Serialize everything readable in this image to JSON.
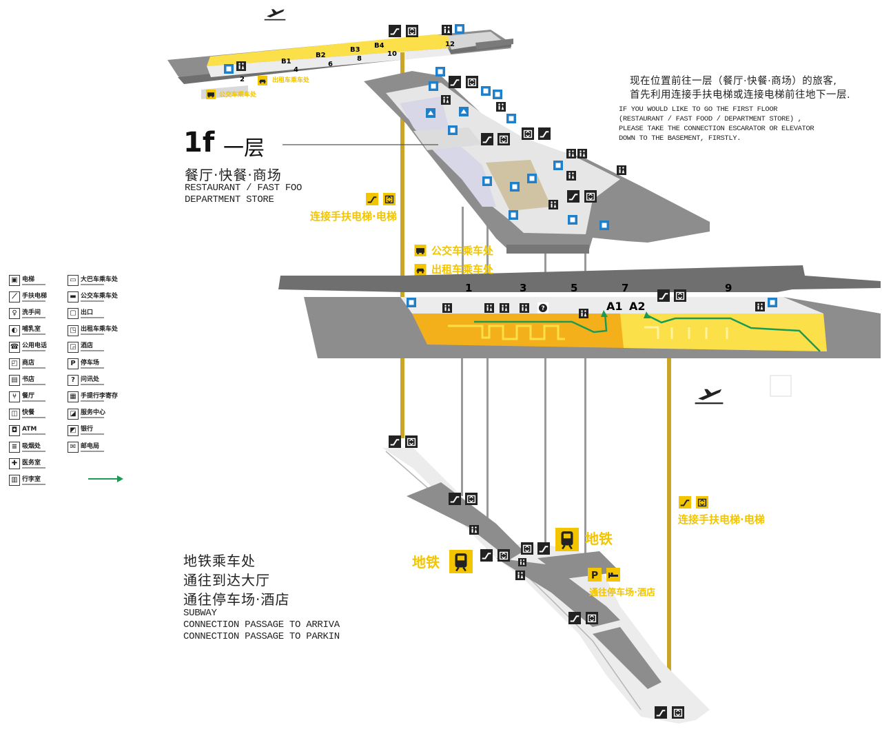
{
  "colors": {
    "floor_gray": "#8d8d8d",
    "floor_light": "#e4e4e4",
    "area_yellow": "#fbe04a",
    "area_orange": "#f4b01a",
    "pillar": "#c9a52a",
    "route_green": "#1a9a52",
    "sign_black": "#222222",
    "sign_blue": "#1f7fc9",
    "sign_yellow": "#f2c500"
  },
  "floor_1f": {
    "number": "1f",
    "chinese": "一层",
    "desc_zh": "餐厅·快餐·商场",
    "desc_en_1": "RESTAURANT / FAST FOO",
    "desc_en_2": "DEPARTMENT STORE"
  },
  "note": {
    "zh_1": "现在位置前往一层（餐厅·快餐·商场）的旅客,",
    "zh_2": "首先利用连接手扶电梯或连接电梯前往地下一层.",
    "en_1": "IF YOU WOULD LIKE TO GO THE FIRST FLOOR",
    "en_2": "(RESTAURANT / FAST FOOD / DEPARTMENT STORE) ,",
    "en_3": "PLEASE TAKE THE CONNECTION ESCARATOR OR ELEVATOR",
    "en_4": "DOWN TO THE BASEMENT, FIRSTLY."
  },
  "basement": {
    "zh_1": "地铁乘车处",
    "zh_2": "通往到达大厅",
    "zh_3": "通往停车场·酒店",
    "en_1": "SUBWAY",
    "en_2": "CONNECTION PASSAGE TO ARRIVA",
    "en_3": "CONNECTION PASSAGE TO PARKIN"
  },
  "top_gates": [
    "B1",
    "B2",
    "B3",
    "B4"
  ],
  "top_gate_numbers": [
    "2",
    "4",
    "6",
    "8",
    "10",
    "12"
  ],
  "lane_numbers": [
    "1",
    "3",
    "5",
    "7",
    "9"
  ],
  "arrival_gates": [
    "A1",
    "A2"
  ],
  "yellow_labels": {
    "escalator_elevator_1": "连接手扶电梯·电梯",
    "bus_stop": "公交车乘车处",
    "taxi_stop": "出租车乘车处",
    "escalator_elevator_2": "连接手扶电梯·电梯",
    "subway_1": "地铁",
    "subway_2": "地铁",
    "parking_hotel": "通往停车场·酒店"
  },
  "legend": [
    {
      "icon": "elevator-icon",
      "glyph": "▣",
      "label": "电梯"
    },
    {
      "icon": "escalator-icon",
      "glyph": "⟋",
      "label": "手扶电梯"
    },
    {
      "icon": "restroom-icon",
      "glyph": "♀",
      "label": "洗手间"
    },
    {
      "icon": "nursery-icon",
      "glyph": "◐",
      "label": "哺乳室"
    },
    {
      "icon": "telephone-icon",
      "glyph": "☎",
      "label": "公用电话"
    },
    {
      "icon": "shop-icon",
      "glyph": "◰",
      "label": "商店"
    },
    {
      "icon": "bookstore-icon",
      "glyph": "▤",
      "label": "书店"
    },
    {
      "icon": "restaurant-icon",
      "glyph": "⑂",
      "label": "餐厅"
    },
    {
      "icon": "fastfood-icon",
      "glyph": "◫",
      "label": "快餐"
    },
    {
      "icon": "atm-icon",
      "glyph": "◘",
      "label": "ATM"
    },
    {
      "icon": "smoking-icon",
      "glyph": "≡",
      "label": "吸烟处"
    },
    {
      "icon": "medical-icon",
      "glyph": "✚",
      "label": "医务室"
    },
    {
      "icon": "baggage-icon",
      "glyph": "▥",
      "label": "行李室"
    },
    {
      "icon": "bus-stop-icon",
      "glyph": "▭",
      "label": "大巴车乘车处"
    },
    {
      "icon": "shuttle-icon",
      "glyph": "▬",
      "label": "公交车乘车处"
    },
    {
      "icon": "exit-icon",
      "glyph": "▢",
      "label": "出口"
    },
    {
      "icon": "taxi-icon",
      "glyph": "◳",
      "label": "出租车乘车处"
    },
    {
      "icon": "hotel-icon",
      "glyph": "◲",
      "label": "酒店"
    },
    {
      "icon": "parking-icon",
      "glyph": "P",
      "label": "停车场"
    },
    {
      "icon": "information-icon",
      "glyph": "?",
      "label": "问讯处"
    },
    {
      "icon": "luggage-storage-icon",
      "glyph": "▦",
      "label": "手提行李寄存"
    },
    {
      "icon": "service-center-icon",
      "glyph": "◪",
      "label": "服务中心"
    },
    {
      "icon": "bank-icon",
      "glyph": "◩",
      "label": "银行"
    },
    {
      "icon": "post-office-icon",
      "glyph": "✉",
      "label": "邮电局"
    }
  ]
}
